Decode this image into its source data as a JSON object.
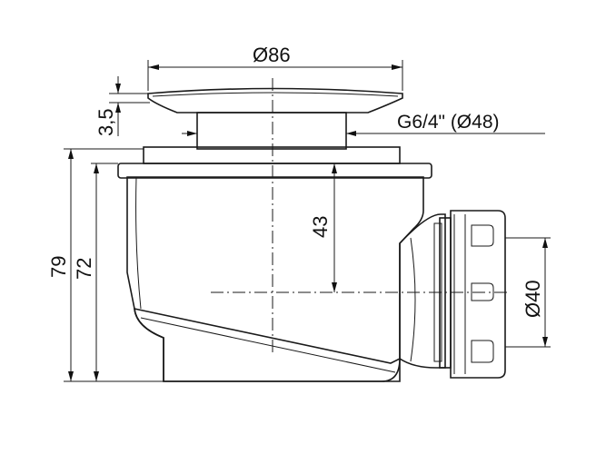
{
  "dimensions": {
    "top_diameter": "Ø86",
    "cap_thickness": "3,5",
    "thread_size": "G6/4\" (Ø48)",
    "depth_inner": "43",
    "height_total": "79",
    "height_body": "72",
    "outlet_diameter": "Ø40"
  }
}
